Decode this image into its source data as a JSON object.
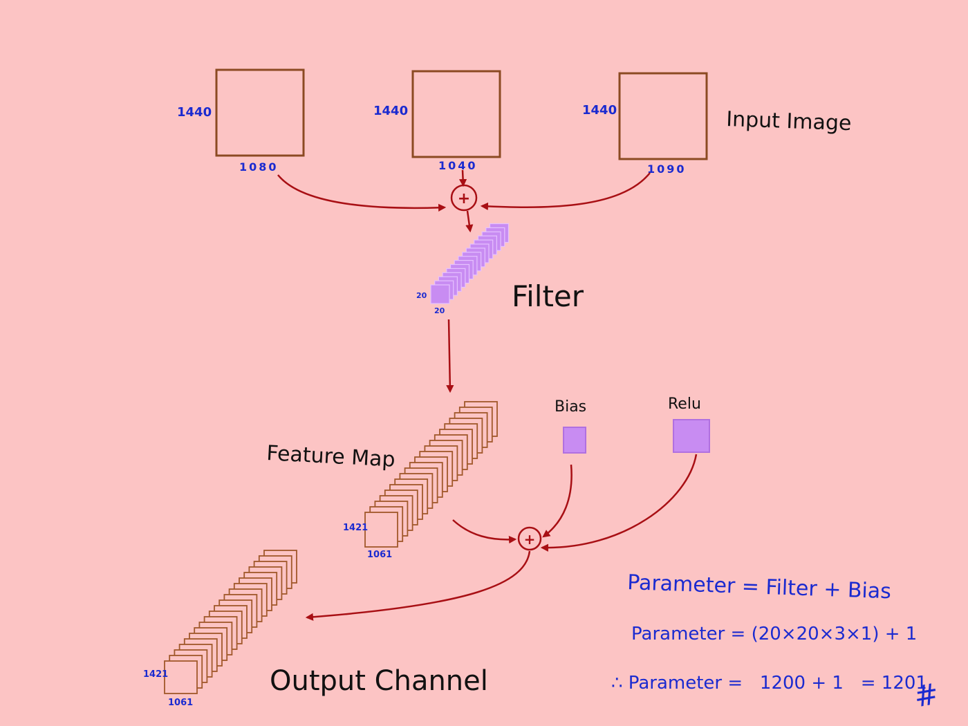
{
  "colors": {
    "background": "#fcc4c4",
    "image_box": "#8b4a22",
    "stack": "#a0582a",
    "arrow": "#a80f14",
    "filter": "#c88cf2",
    "dimension_text": "#1a2ad0",
    "label_text": "#111111",
    "formula_text": "#1a2ad0"
  },
  "input_images": [
    {
      "height_label": "1440",
      "width_label": "1080"
    },
    {
      "height_label": "1440",
      "width_label": "1040"
    },
    {
      "height_label": "1440",
      "width_label": "1090"
    }
  ],
  "labels": {
    "input_image": "Input Image",
    "filter": "Filter",
    "feature_map": "Feature Map",
    "bias": "Bias",
    "relu": "Relu",
    "output_channel": "Output Channel"
  },
  "operators": {
    "sum_top": "+",
    "sum_bottom": "+"
  },
  "filter_dims": {
    "height": "20",
    "width": "20"
  },
  "feature_map_dims": {
    "height": "1421",
    "width": "1061"
  },
  "output_dims": {
    "height": "1421",
    "width": "1061"
  },
  "formulas": {
    "line1": "Parameter = Filter + Bias",
    "line2": "Parameter = (20×20×3×1) + 1",
    "line3": "∴ Parameter =   1200 + 1   = 1201",
    "hash": "#"
  }
}
